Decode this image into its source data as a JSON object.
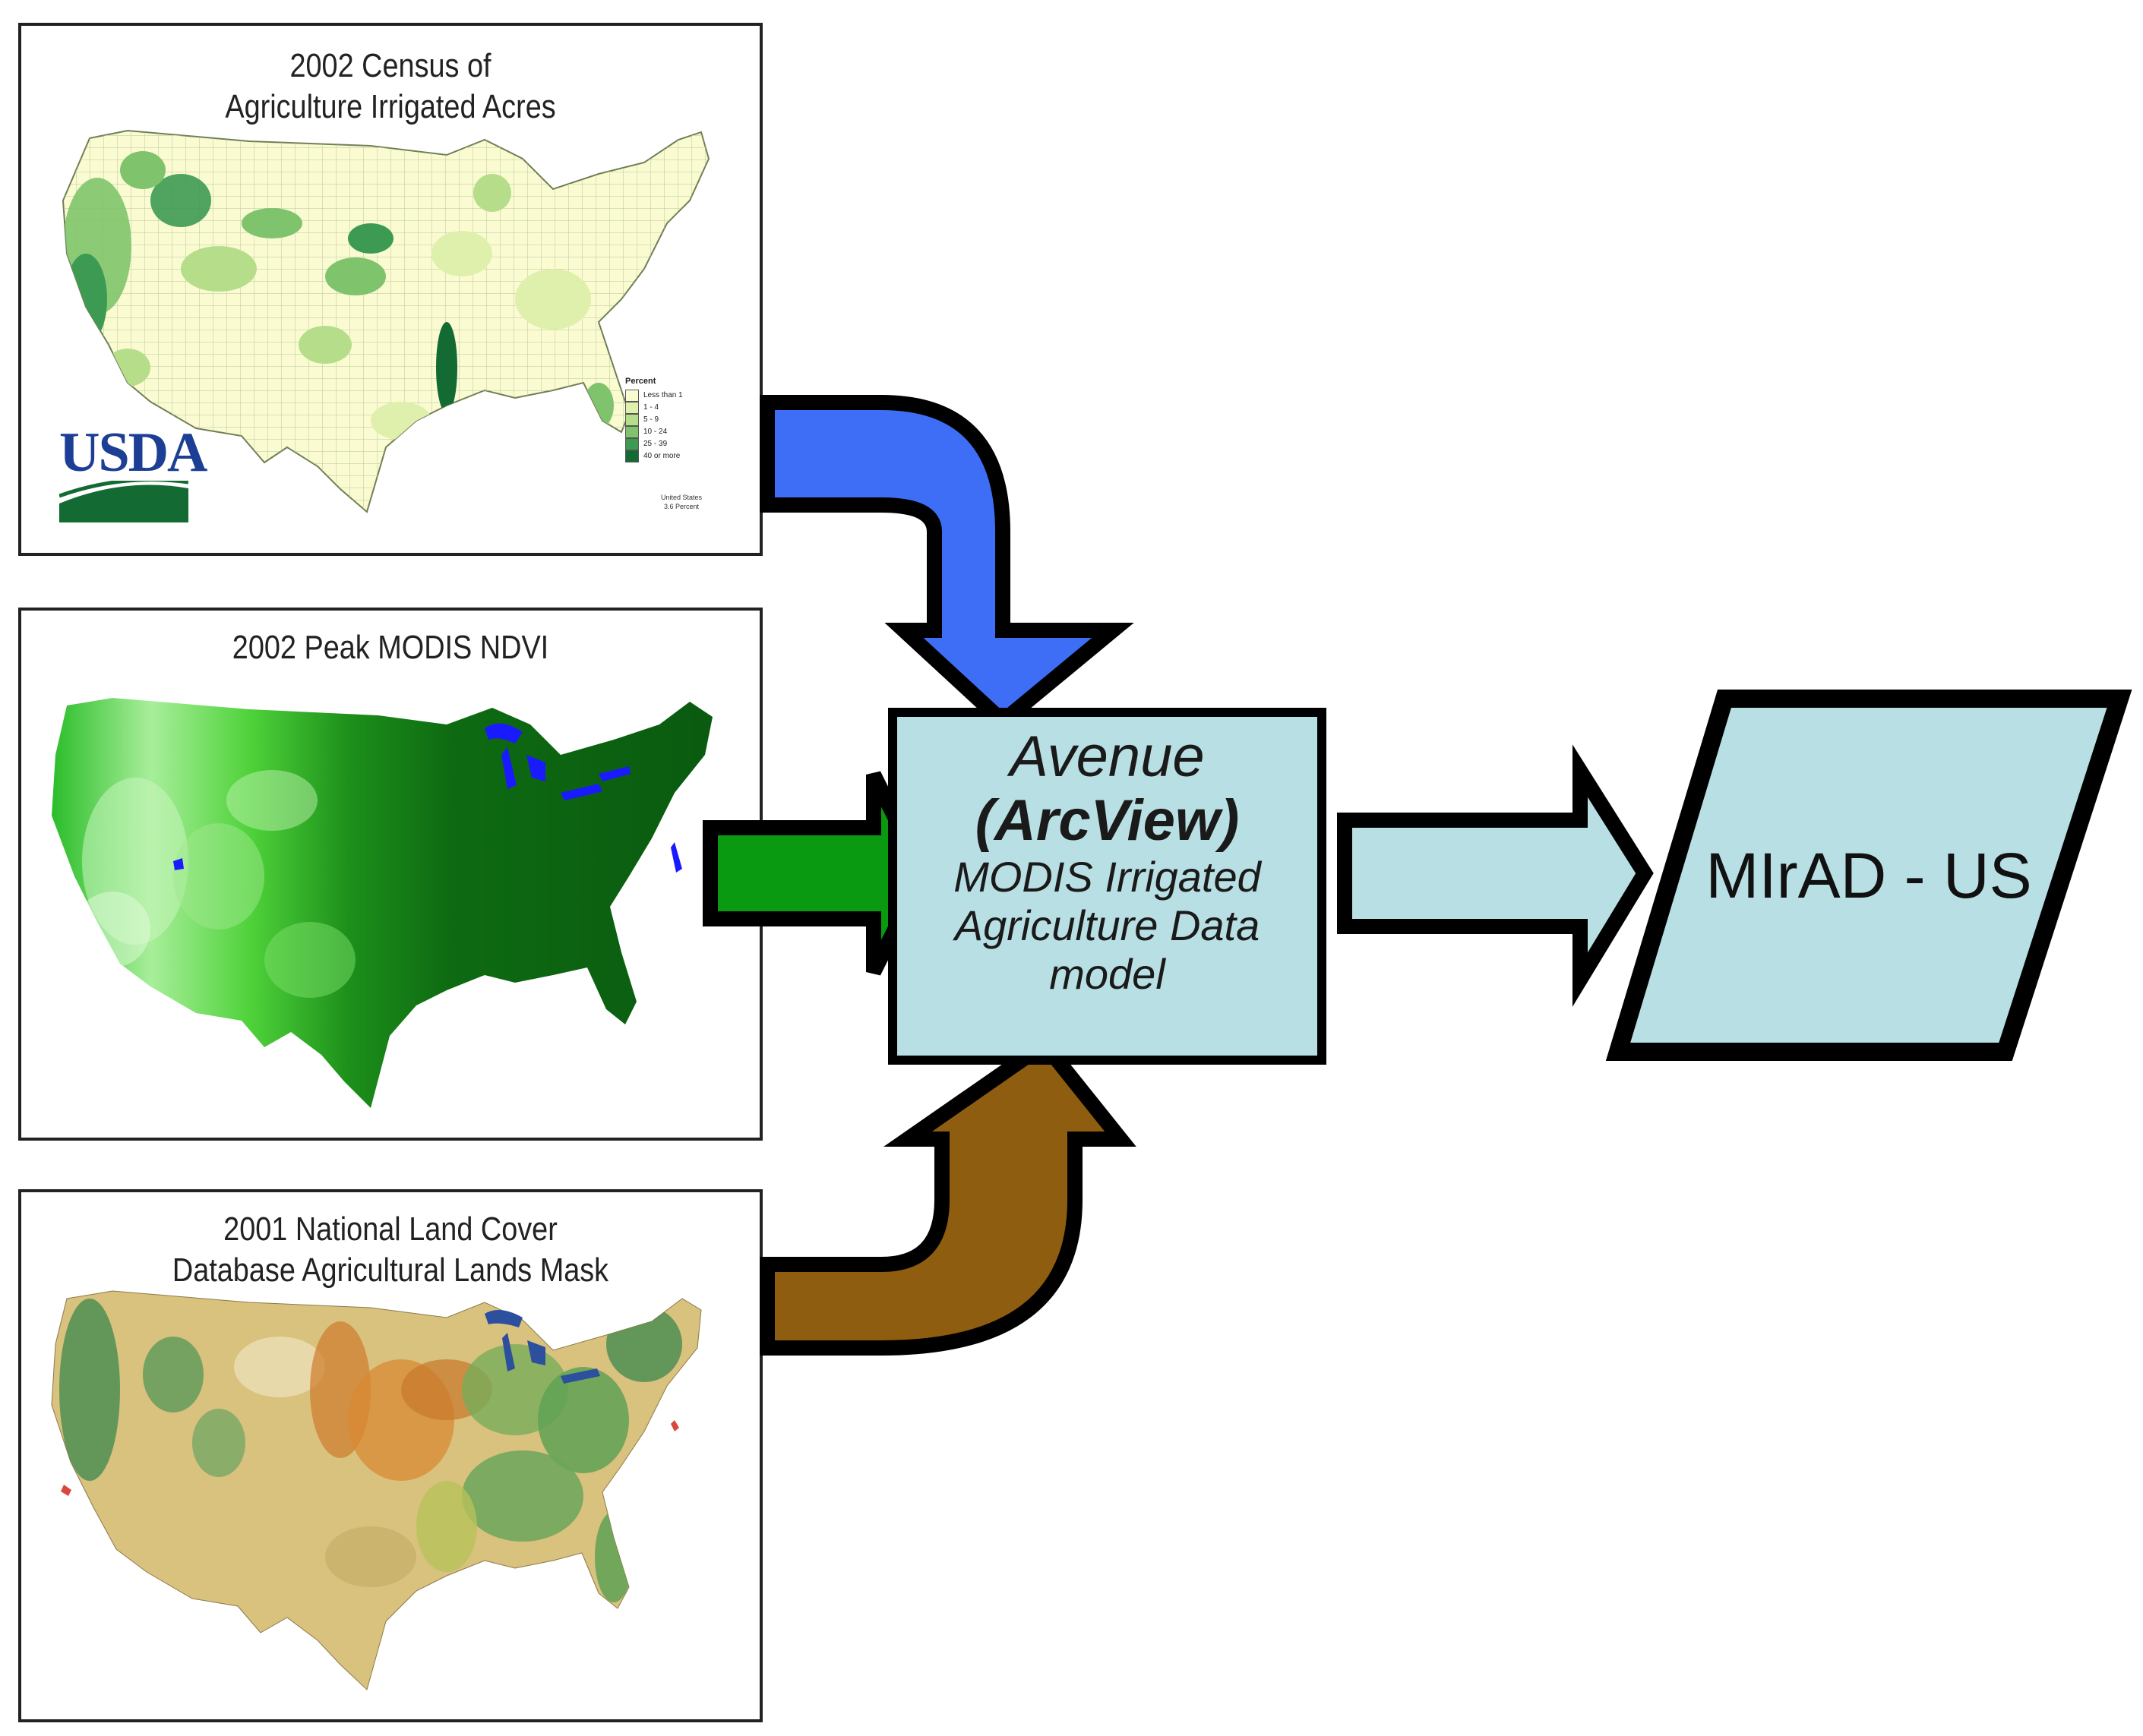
{
  "panels": {
    "census": {
      "title_line1": "2002 Census of",
      "title_line2": "Agriculture Irrigated Acres",
      "logo_text": "USDA",
      "legend": {
        "title": "Percent",
        "items": [
          {
            "label": "Less than 1",
            "color": "#fbfbd2"
          },
          {
            "label": "1 - 4",
            "color": "#dff0ac"
          },
          {
            "label": "5 - 9",
            "color": "#b6de8a"
          },
          {
            "label": "10 - 24",
            "color": "#7fc46c"
          },
          {
            "label": "25 - 39",
            "color": "#3d9a52"
          },
          {
            "label": "40 or more",
            "color": "#136b33"
          }
        ],
        "note_line1": "United States",
        "note_line2": "3.6 Percent"
      }
    },
    "ndvi": {
      "title": "2002 Peak MODIS NDVI"
    },
    "nlcd": {
      "title_line1": "2001 National Land Cover",
      "title_line2": "Database Agricultural Lands Mask"
    }
  },
  "model_box": {
    "line1": "Avenue",
    "line2": "(ArcView)",
    "line3": "MODIS Irrigated",
    "line4": "Agriculture Data",
    "line5": "model"
  },
  "output": {
    "label": "MIrAD - US"
  },
  "colors": {
    "arrow_census": "#3d6ef5",
    "arrow_ndvi": "#0a9a12",
    "arrow_nlcd": "#8f5d10",
    "box_fill": "#b8dfe3",
    "stroke": "#000000"
  }
}
